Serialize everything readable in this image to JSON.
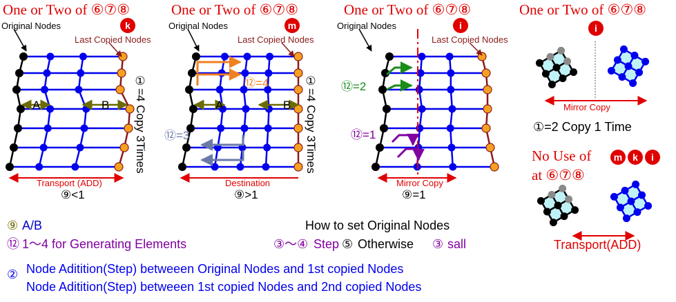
{
  "panels": [
    {
      "title": "One or Two of ⑥⑦⑧",
      "badge": "k",
      "original_label": "Original Nodes",
      "last_label": "Last Copied Nodes",
      "bottom_arrow": "Transport (ADD)",
      "ratio": "⑨<1",
      "side_label": "①=4  Copy 3Times",
      "dim_a": "A",
      "dim_b": "B"
    },
    {
      "title": "One or Two of ⑥⑦⑧",
      "badge": "m",
      "original_label": "Original Nodes",
      "last_label": "Last Copied Nodes",
      "bottom_arrow": "Destination",
      "ratio": "⑨>1",
      "side_label": "①=4  Copy 3Times",
      "dim_a": "A",
      "dim_b": "B",
      "step_upper": "⑫=4",
      "step_lower": "⑫=3"
    },
    {
      "title": "One or Two of ⑥⑦⑧",
      "badge": "i",
      "original_label": "Original Nodes",
      "last_label": "Last Copied Nodes",
      "bottom_arrow": "Mirror Copy",
      "ratio": "⑨=1",
      "step_upper": "⑫=2",
      "step_lower": "⑫=1"
    },
    {
      "title": "One or Two of ⑥⑦⑧",
      "badge": "i",
      "mirror_label": "Mirror Copy",
      "copy_label": "①=2  Copy 1 Time",
      "no_use_line1": "No Use of",
      "no_use_badges": [
        "m",
        "k",
        "i"
      ],
      "no_use_line2": "at ⑥⑦⑧",
      "transport_label": "Transport(ADD)"
    }
  ],
  "legend": {
    "ratio_num": "⑨",
    "ratio_text": "A/B",
    "elem_num": "⑫",
    "elem_text": "1～4  for Generating Elements",
    "how_to": "How to set Original Nodes",
    "step_nums": "③～④",
    "step_text": "Step",
    "step_num2": "⑤",
    "otherwise": "Otherwise",
    "sall_num": "③",
    "sall_text": "sall",
    "node_num": "②",
    "node_line1": "Node Aditition(Step) betweeen Original Nodes and 1st copied Nodes",
    "node_line2": "Node Aditition(Step)  betweeen 1st copied Nodes and 2nd copied Nodes"
  },
  "colors": {
    "red": "#e00000",
    "blue": "#0000ee",
    "orange": "#f5a020",
    "olive": "#6b6b00",
    "dark_red": "#8b1a1a",
    "purple": "#8000a0",
    "green": "#1a8c1a",
    "gray": "#8a8a8a",
    "light_blue": "#bff2f7"
  }
}
